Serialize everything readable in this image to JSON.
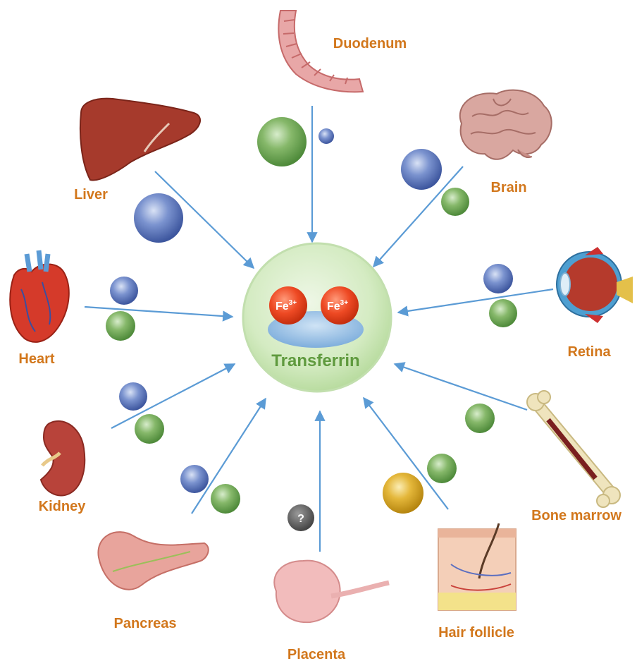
{
  "center": {
    "label": "Transferrin",
    "iron_ion": "Fe",
    "iron_charge": "3+"
  },
  "organs": {
    "duodenum": "Duodenum",
    "brain": "Brain",
    "liver": "Liver",
    "retina": "Retina",
    "heart": "Heart",
    "kidney": "Kidney",
    "bone_marrow": "Bone marrow",
    "pancreas": "Pancreas",
    "placenta": "Placenta",
    "hair_follicle": "Hair follicle"
  },
  "unknown_marker": "?",
  "colors": {
    "label": "#d2771c",
    "arrow": "#5b9bd5",
    "center_circle": "#cde6b8",
    "center_text": "#5f9a3e",
    "iron": "#e8401e",
    "transferrin_body": "#9dc3e6",
    "sphere_green": "#5f9a4a",
    "sphere_blue": "#4a68b0",
    "sphere_gold": "#d9a520",
    "unknown": "#555555"
  }
}
